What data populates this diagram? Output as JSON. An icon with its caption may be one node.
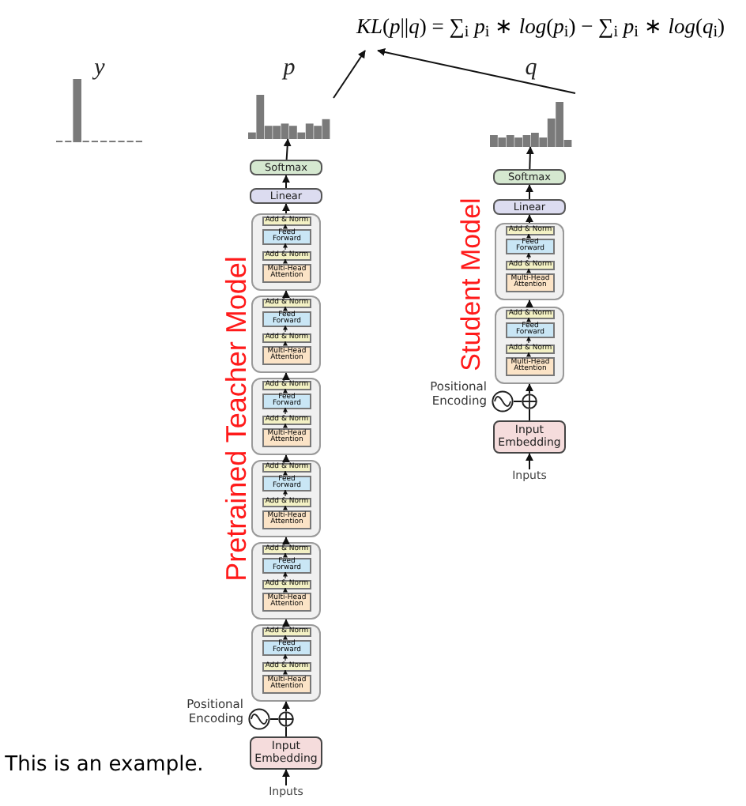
{
  "diagram": {
    "nodes": [
      {
        "text": [
          "*KL*(*p*||*q*) = ∑$_{i}$ *p*$_{i}$ ∗ *log*(*p*$_{i}$) − ∑$_{i}$ *p*$_{i}$ ∗ *log*(*q*$_{i}$)"
        ]
      },
      {
        "text": [],
        "shape": "bar",
        "beside": [
          "y"
        ]
      },
      {
        "text": [],
        "shape": "bar",
        "beside": [
          "p"
        ]
      },
      {
        "text": [],
        "shape": "bar",
        "beside": [
          "q"
        ]
      },
      {
        "text": [
          "Softmax"
        ]
      },
      {
        "text": [
          "Linear"
        ]
      },
      {
        "text": [],
        "shape": "box"
      },
      {
        "text": [
          "Add & Norm"
        ],
        "in": 6
      },
      {
        "text": [
          "Feed Forward"
        ],
        "in": 6
      },
      {
        "text": [
          "Add & Norm"
        ],
        "in": 6
      },
      {
        "text": [
          "Multi-Head Attention"
        ],
        "in": 6
      },
      {
        "text": [],
        "shape": "box"
      },
      {
        "text": [
          "Add & Norm"
        ],
        "in": 11
      },
      {
        "text": [
          "Feed Forward"
        ],
        "in": 11
      },
      {
        "text": [
          "Add & Norm"
        ],
        "in": 11
      },
      {
        "text": [
          "Multi-Head Attention"
        ],
        "in": 11
      },
      {
        "text": [],
        "shape": "box"
      },
      {
        "text": [
          "Add & Norm"
        ],
        "in": 16
      },
      {
        "text": [
          "Feed Forward"
        ],
        "in": 16
      },
      {
        "text": [
          "Add & Norm"
        ],
        "in": 16
      },
      {
        "text": [
          "Multi-Head Attention"
        ],
        "in": 16
      },
      {
        "text": [],
        "shape": "box"
      },
      {
        "text": [
          "Add & Norm"
        ],
        "in": 21
      },
      {
        "text": [
          "Feed Forward"
        ],
        "in": 21
      },
      {
        "text": [
          "Add & Norm"
        ],
        "in": 21
      },
      {
        "text": [
          "Multi-Head Attention"
        ],
        "in": 21
      },
      {
        "text": [],
        "shape": "box"
      },
      {
        "text": [
          "Add & Norm"
        ],
        "in": 26
      },
      {
        "text": [
          "Feed Forward"
        ],
        "in": 26
      },
      {
        "text": [
          "Add & Norm"
        ],
        "in": 26
      },
      {
        "text": [
          "Multi-Head Attention"
        ],
        "in": 26
      },
      {
        "text": [],
        "shape": "box"
      },
      {
        "text": [
          "Add & Norm"
        ],
        "in": 31
      },
      {
        "text": [
          "Feed Forward"
        ],
        "in": 31
      },
      {
        "text": [
          "Add & Norm"
        ],
        "in": 31
      },
      {
        "text": [
          "Multi-Head Attention"
        ],
        "in": 31
      },
      {
        "text": [],
        "shape": "circle",
        "beside": [
          "Positional Encoding"
        ]
      },
      {
        "text": [],
        "shape": "circle"
      },
      {
        "text": [
          "Input Embedding"
        ]
      },
      {
        "text": [
          "Inputs"
        ]
      },
      {
        "text": [
          "Softmax"
        ]
      },
      {
        "text": [
          "Linear"
        ]
      },
      {
        "text": [],
        "shape": "box"
      },
      {
        "text": [
          "Add & Norm"
        ],
        "in": 42
      },
      {
        "text": [
          "Feed Forward"
        ],
        "in": 42
      },
      {
        "text": [
          "Add & Norm"
        ],
        "in": 42
      },
      {
        "text": [
          "Multi-Head Attention"
        ],
        "in": 42
      },
      {
        "text": [],
        "shape": "box"
      },
      {
        "text": [
          "Add & Norm"
        ],
        "in": 47
      },
      {
        "text": [
          "Feed Forward"
        ],
        "in": 47
      },
      {
        "text": [
          "Add & Norm"
        ],
        "in": 47
      },
      {
        "text": [
          "Multi-Head Attention"
        ],
        "in": 47
      },
      {
        "text": [],
        "shape": "circle",
        "beside": [
          "Positional Encoding"
        ]
      },
      {
        "text": [],
        "shape": "circle"
      },
      {
        "text": [
          "Input Embedding"
        ]
      },
      {
        "text": [
          "Inputs"
        ]
      }
    ],
    "edges": [
      {
        "from": 2,
        "to": 0,
        "arrow": "to"
      },
      {
        "from": 3,
        "to": 0,
        "arrow": "to"
      },
      {
        "from": 4,
        "to": 2,
        "arrow": "to"
      },
      {
        "from": 5,
        "to": 4,
        "arrow": "to"
      },
      {
        "from": 6,
        "to": 5,
        "arrow": "to"
      },
      {
        "from": 10,
        "to": 9,
        "arrow": "to"
      },
      {
        "from": 9,
        "to": 8,
        "arrow": "to"
      },
      {
        "from": 8,
        "to": 7,
        "arrow": "to"
      },
      {
        "from": 11,
        "to": 6,
        "arrow": "to"
      },
      {
        "from": 15,
        "to": 14,
        "arrow": "to"
      },
      {
        "from": 14,
        "to": 13,
        "arrow": "to"
      },
      {
        "from": 13,
        "to": 12,
        "arrow": "to"
      },
      {
        "from": 16,
        "to": 11,
        "arrow": "to"
      },
      {
        "from": 20,
        "to": 19,
        "arrow": "to"
      },
      {
        "from": 19,
        "to": 18,
        "arrow": "to"
      },
      {
        "from": 18,
        "to": 17,
        "arrow": "to"
      },
      {
        "from": 21,
        "to": 16,
        "arrow": "to"
      },
      {
        "from": 25,
        "to": 24,
        "arrow": "to"
      },
      {
        "from": 24,
        "to": 23,
        "arrow": "to"
      },
      {
        "from": 23,
        "to": 22,
        "arrow": "to"
      },
      {
        "from": 26,
        "to": 21,
        "arrow": "to"
      },
      {
        "from": 30,
        "to": 29,
        "arrow": "to"
      },
      {
        "from": 29,
        "to": 28,
        "arrow": "to"
      },
      {
        "from": 28,
        "to": 27,
        "arrow": "to"
      },
      {
        "from": 31,
        "to": 26,
        "arrow": "to"
      },
      {
        "from": 35,
        "to": 34,
        "arrow": "to"
      },
      {
        "from": 34,
        "to": 33,
        "arrow": "to"
      },
      {
        "from": 33,
        "to": 32,
        "arrow": "to"
      },
      {
        "from": 37,
        "to": 31,
        "arrow": "to"
      },
      {
        "from": 36,
        "to": 37,
        "arrow": "none"
      },
      {
        "from": 38,
        "to": 37,
        "arrow": "none"
      },
      {
        "from": 39,
        "to": 38,
        "arrow": "to"
      },
      {
        "from": 40,
        "to": 3,
        "arrow": "to"
      },
      {
        "from": 41,
        "to": 40,
        "arrow": "to"
      },
      {
        "from": 42,
        "to": 41,
        "arrow": "to"
      },
      {
        "from": 46,
        "to": 45,
        "arrow": "to"
      },
      {
        "from": 45,
        "to": 44,
        "arrow": "to"
      },
      {
        "from": 44,
        "to": 43,
        "arrow": "to"
      },
      {
        "from": 47,
        "to": 42,
        "arrow": "to"
      },
      {
        "from": 51,
        "to": 50,
        "arrow": "to"
      },
      {
        "from": 50,
        "to": 49,
        "arrow": "to"
      },
      {
        "from": 49,
        "to": 48,
        "arrow": "to"
      },
      {
        "from": 53,
        "to": 47,
        "arrow": "to"
      },
      {
        "from": 52,
        "to": 53,
        "arrow": "none"
      },
      {
        "from": 54,
        "to": 53,
        "arrow": "none"
      },
      {
        "from": 55,
        "to": 54,
        "arrow": "to"
      }
    ],
    "labels": [
      "Pretrained Teacher Model",
      "Student Model",
      "This is an example."
    ]
  }
}
